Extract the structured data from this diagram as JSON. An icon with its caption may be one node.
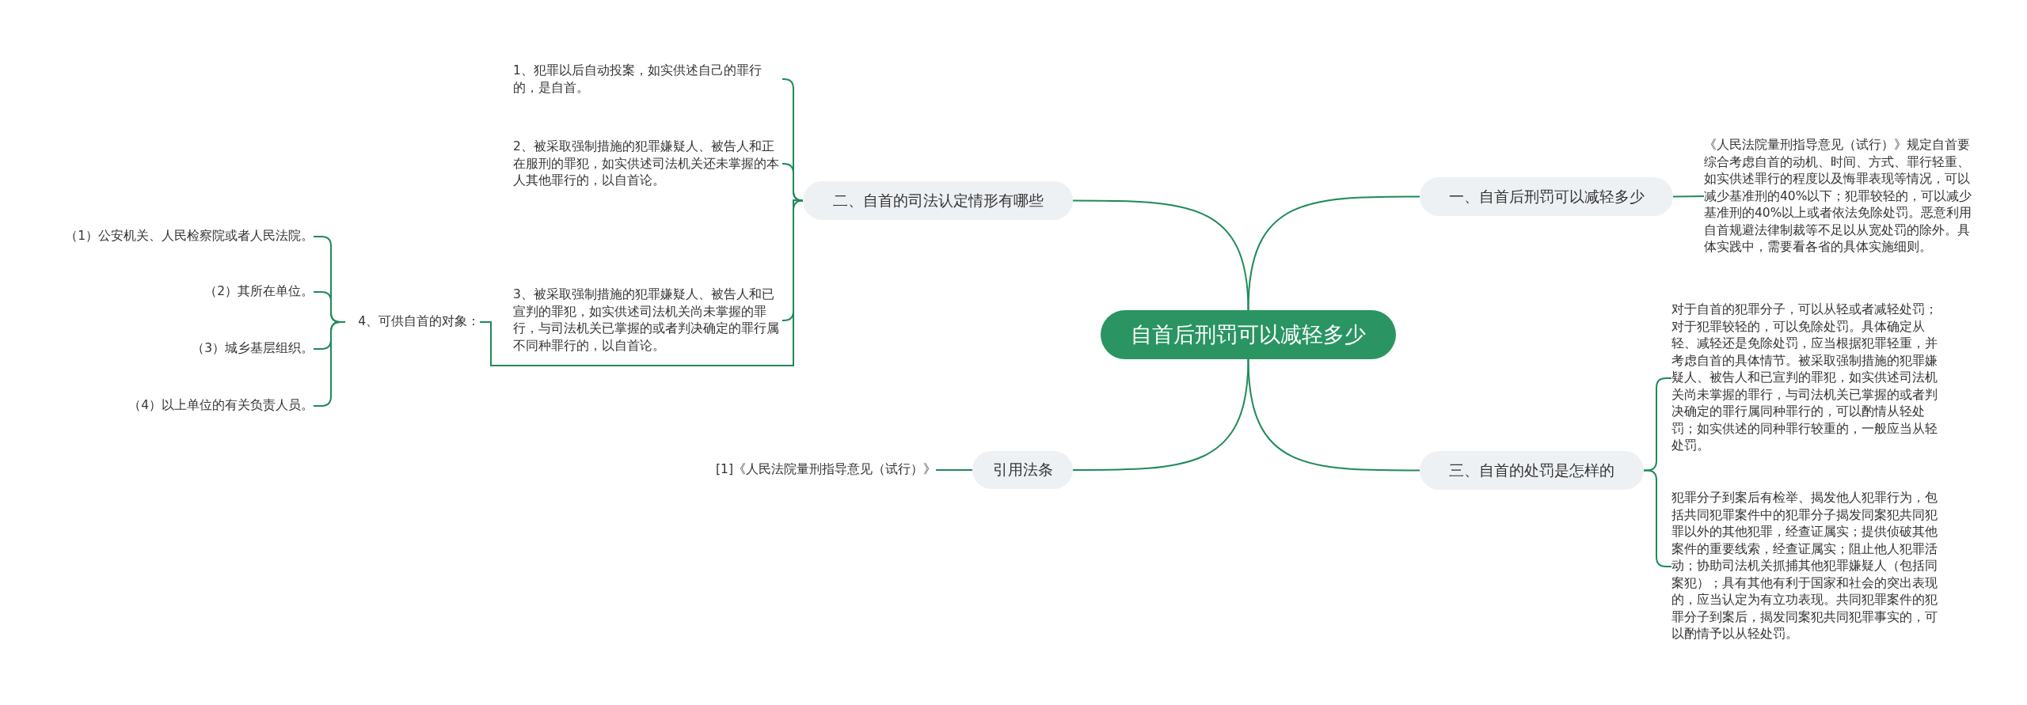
{
  "diagram": {
    "nodes": [
      {
        "text": [
          "自首后刑罚可以减轻多少"
        ]
      },
      {
        "text": [
          "一、自首后刑罚可以减轻多少"
        ]
      },
      {
        "text": [
          "《人民法院量刑指导意见（试行）》规定自首要综合考虑自首的动机、时间、方式、罪行轻重、如实供述罪行的程度以及悔罪表现等情况，可以减少基准刑的40%以下；犯罪较轻的，可以减少基准刑的40%以上或者依法免除处罚。恶意利用自首规避法律制裁等不足以从宽处罚的除外。具体实践中，需要看各省的具体实施细则。"
        ]
      },
      {
        "text": [
          "二、自首的司法认定情形有哪些"
        ]
      },
      {
        "text": [
          "1、犯罪以后自动投案，如实供述自己的罪行的，是自首。"
        ]
      },
      {
        "text": [
          "2、被采取强制措施的犯罪嫌疑人、被告人和正在服刑的罪犯，如实供述司法机关还未掌握的本人其他罪行的，以自首论。"
        ]
      },
      {
        "text": [
          "3、被采取强制措施的犯罪嫌疑人、被告人和已宣判的罪犯，如实供述司法机关尚未掌握的罪行，与司法机关已掌握的或者判决确定的罪行属不同种罪行的，以自首论。"
        ]
      },
      {
        "text": [
          "4、可供自首的对象："
        ]
      },
      {
        "text": [
          "（1）公安机关、人民检察院或者人民法院。"
        ]
      },
      {
        "text": [
          "（2）其所在单位。"
        ]
      },
      {
        "text": [
          "（3）城乡基层组织。"
        ]
      },
      {
        "text": [
          "（4）以上单位的有关负责人员。"
        ]
      },
      {
        "text": [
          "三、自首的处罚是怎样的"
        ]
      },
      {
        "text": [
          "对于自首的犯罪分子，可以从轻或者减轻处罚；对于犯罪较轻的，可以免除处罚。具体确定从轻、减轻还是免除处罚，应当根据犯罪轻重，并考虑自首的具体情节。被采取强制措施的犯罪嫌疑人、被告人和已宣判的罪犯，如实供述司法机关尚未掌握的罪行，与司法机关已掌握的或者判决确定的罪行属同种罪行的，可以酌情从轻处罚；如实供述的同种罪行较重的，一般应当从轻处罚。"
        ]
      },
      {
        "text": [
          "犯罪分子到案后有检举、揭发他人犯罪行为，包括共同犯罪案件中的犯罪分子揭发同案犯共同犯罪以外的其他犯罪，经查证属实；提供侦破其他案件的重要线索，经查证属实；阻止他人犯罪活动；协助司法机关抓捕其他犯罪嫌疑人（包括同案犯）；具有其他有利于国家和社会的突出表现的，应当认定为有立功表现。共同犯罪案件的犯罪分子到案后，揭发同案犯共同犯罪事实的，可以酌情予以从轻处罚。"
        ]
      },
      {
        "text": [
          "引用法条"
        ]
      },
      {
        "text": [
          "[1]《人民法院量刑指导意见（试行）》"
        ]
      }
    ],
    "edges": [
      {
        "from": 0,
        "to": 1,
        "arrow": "none"
      },
      {
        "from": 1,
        "to": 2,
        "arrow": "none"
      },
      {
        "from": 0,
        "to": 3,
        "arrow": "none"
      },
      {
        "from": 3,
        "to": 4,
        "arrow": "none"
      },
      {
        "from": 3,
        "to": 5,
        "arrow": "none"
      },
      {
        "from": 3,
        "to": 6,
        "arrow": "none"
      },
      {
        "from": 3,
        "to": 7,
        "arrow": "none"
      },
      {
        "from": 7,
        "to": 8,
        "arrow": "none"
      },
      {
        "from": 7,
        "to": 9,
        "arrow": "none"
      },
      {
        "from": 7,
        "to": 10,
        "arrow": "none"
      },
      {
        "from": 7,
        "to": 11,
        "arrow": "none"
      },
      {
        "from": 0,
        "to": 12,
        "arrow": "none"
      },
      {
        "from": 12,
        "to": 13,
        "arrow": "none"
      },
      {
        "from": 12,
        "to": 14,
        "arrow": "none"
      },
      {
        "from": 0,
        "to": 15,
        "arrow": "none"
      },
      {
        "from": 15,
        "to": 16,
        "arrow": "none"
      }
    ]
  }
}
